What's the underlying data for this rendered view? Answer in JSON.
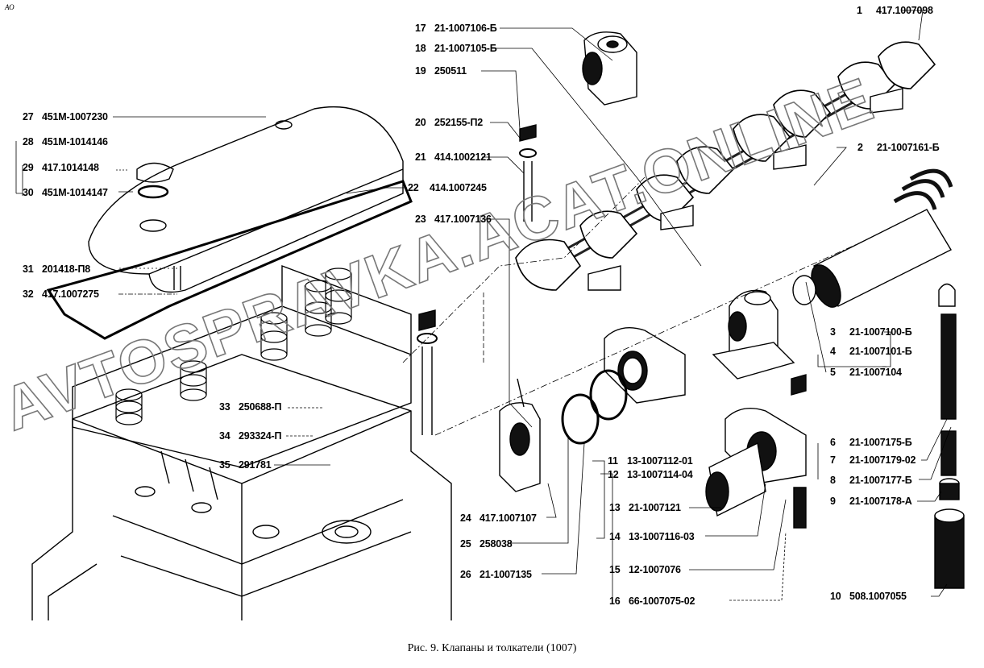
{
  "corner_mark": "АО",
  "caption": "Рис. 9. Клапаны и толкатели (1007)",
  "watermark": "AVTOSPRAVKA.ACAT.ONLINE",
  "parts": [
    {
      "num": "1",
      "code": "417.1007098"
    },
    {
      "num": "2",
      "code": "21-1007161-Б"
    },
    {
      "num": "3",
      "code": "21-1007100-Б"
    },
    {
      "num": "4",
      "code": "21-1007101-Б"
    },
    {
      "num": "5",
      "code": "21-1007104"
    },
    {
      "num": "6",
      "code": "21-1007175-Б"
    },
    {
      "num": "7",
      "code": "21-1007179-02"
    },
    {
      "num": "8",
      "code": "21-1007177-Б"
    },
    {
      "num": "9",
      "code": "21-1007178-А"
    },
    {
      "num": "10",
      "code": "508.1007055"
    },
    {
      "num": "11",
      "code": "13-1007112-01"
    },
    {
      "num": "12",
      "code": "13-1007114-04"
    },
    {
      "num": "13",
      "code": "21-1007121"
    },
    {
      "num": "14",
      "code": "13-1007116-03"
    },
    {
      "num": "15",
      "code": "12-1007076"
    },
    {
      "num": "16",
      "code": "66-1007075-02"
    },
    {
      "num": "17",
      "code": "21-1007106-Б"
    },
    {
      "num": "18",
      "code": "21-1007105-Б"
    },
    {
      "num": "19",
      "code": "250511"
    },
    {
      "num": "20",
      "code": "252155-П2"
    },
    {
      "num": "21",
      "code": "414.1002121"
    },
    {
      "num": "22",
      "code": "414.1007245"
    },
    {
      "num": "23",
      "code": "417.1007136"
    },
    {
      "num": "24",
      "code": "417.1007107"
    },
    {
      "num": "25",
      "code": "258038"
    },
    {
      "num": "26",
      "code": "21-1007135"
    },
    {
      "num": "27",
      "code": "451М-1007230"
    },
    {
      "num": "28",
      "code": "451М-1014146"
    },
    {
      "num": "29",
      "code": "417.1014148"
    },
    {
      "num": "30",
      "code": "451М-1014147"
    },
    {
      "num": "31",
      "code": "201418-П8"
    },
    {
      "num": "32",
      "code": "417.1007275"
    },
    {
      "num": "33",
      "code": "250688-П"
    },
    {
      "num": "34",
      "code": "293324-П"
    },
    {
      "num": "35",
      "code": "291781"
    }
  ]
}
